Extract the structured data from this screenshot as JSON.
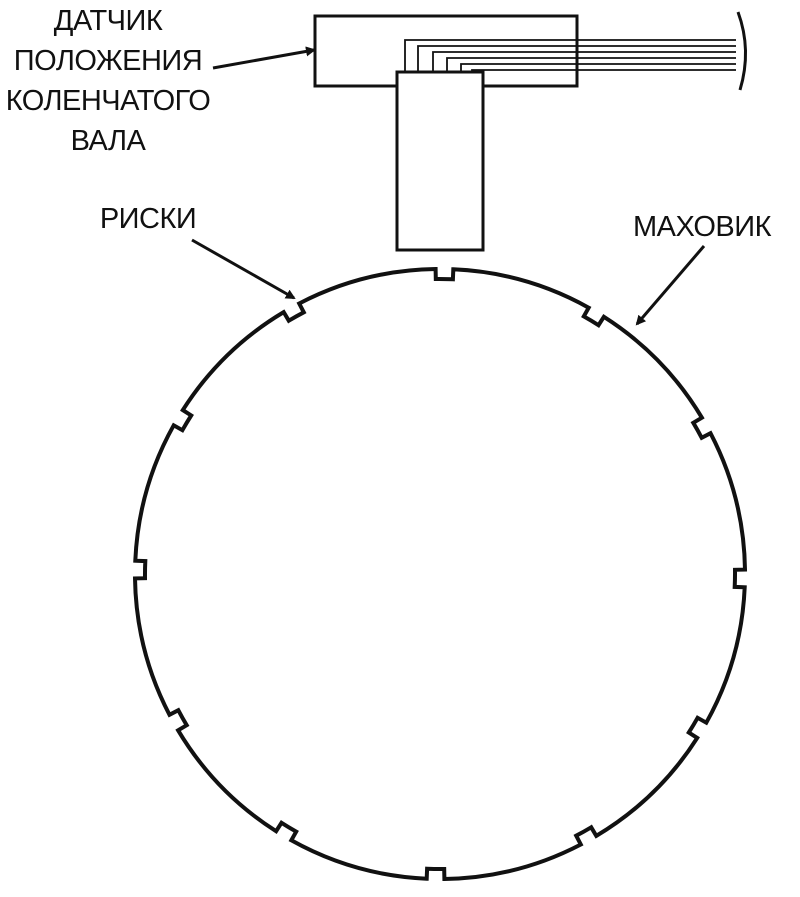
{
  "labels": {
    "sensor": [
      "ДАТЧИК",
      "ПОЛОЖЕНИЯ",
      "КОЛЕНЧАТОГО",
      "ВАЛА"
    ],
    "marks": "РИСКИ",
    "flywheel": "МАХОВИК"
  },
  "notches": {
    "count": 12
  },
  "colors": {
    "ink": "#111111",
    "background": "#ffffff"
  }
}
